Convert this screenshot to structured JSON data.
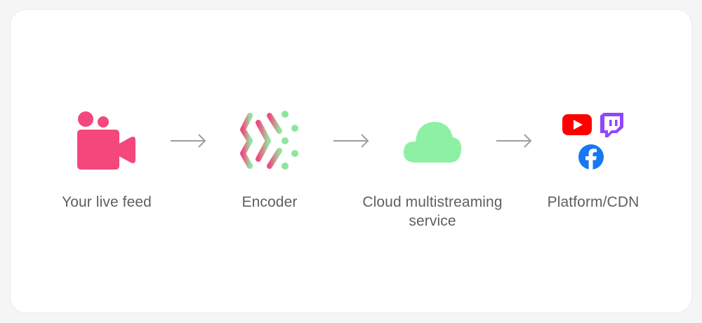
{
  "steps": [
    {
      "icon": "video-camera-icon",
      "label": "Your live feed"
    },
    {
      "icon": "encoder-icon",
      "label": "Encoder"
    },
    {
      "icon": "cloud-icon",
      "label_line1": "Cloud multistreaming",
      "label_line2": "service"
    },
    {
      "icons": [
        "youtube-icon",
        "twitch-icon",
        "facebook-icon"
      ],
      "label": "Platform/CDN"
    }
  ],
  "colors": {
    "camera": "#f4477b",
    "encoder_left": "#e9547f",
    "encoder_right": "#8ee59e",
    "cloud": "#8df0a4",
    "youtube": "#ff0000",
    "twitch": "#9146ff",
    "facebook": "#1877f2",
    "arrow": "#9e9e9e",
    "label": "#5f5f5f"
  }
}
